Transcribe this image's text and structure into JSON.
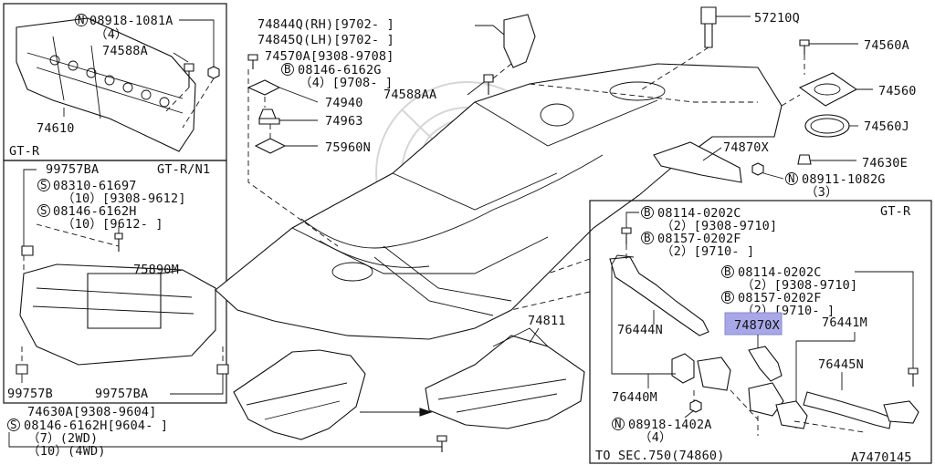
{
  "highlight_color": "#a8a8e8",
  "panels": {
    "top_left_tag": "GT-R",
    "mid_left_tag": "GT-R/N1",
    "right_tag": "GT-R"
  },
  "labels": {
    "n08918_1081a": "08918-1081A",
    "q4_a": "（4）",
    "p74588a": "74588A",
    "p74610": "74610",
    "p74844q": "74844Q(RH)[9702-    ]",
    "p74845q": "74845Q(LH)[9702-    ]",
    "p74570a": "74570A[9308-9708]",
    "b08146_6162g": "08146-6162G",
    "q4_9708": "（4）[9708-    ]",
    "p74940": "74940",
    "p74963": "74963",
    "p75960n": "75960N",
    "p74588aa": "74588AA",
    "p57210q": "57210Q",
    "p74560a": "74560A",
    "p74560": "74560",
    "p74560j": "74560J",
    "p74630e": "74630E",
    "p74870x_top": "74870X",
    "n08911_1082g": "08911-1082G",
    "q3": "（3）",
    "p99757ba_top": "99757BA",
    "s08310_61697": "08310-61697",
    "q10_9308_9612": "（10）[9308-9612]",
    "s08146_6162h": "08146-6162H",
    "q10_9612": "（10）[9612-    ]",
    "p75890m": "75890M",
    "p99757b": "99757B",
    "p99757ba_bot": "99757BA",
    "p74630a": "74630A[9308-9604]",
    "s08146_6162h_9604": "08146-6162H[9604-    ]",
    "q7_2wd": "（7）(2WD)",
    "q10_4wd": "（10）(4WD)",
    "p74811": "74811",
    "b08114_0202c_a": "08114-0202C",
    "q2_9308_9710_a": "（2）[9308-9710]",
    "b08157_0202f_a": "08157-0202F",
    "q2_9710_a": "（2）[9710-    ]",
    "b08114_0202c_b": "08114-0202C",
    "q2_9308_9710_b": "（2）[9308-9710]",
    "b08157_0202f_b": "08157-0202F",
    "q2_9710_b": "（2）[9710-    ]",
    "p74870x_hl": "74870X",
    "p76444n": "76444N",
    "p76441m": "76441M",
    "p76445n": "76445N",
    "p76440m": "76440M",
    "n08918_1402a": "08918-1402A",
    "q4_b": "（4）",
    "to_sec": "TO SEC.750(74860)",
    "diagram_id": "A7470145"
  }
}
